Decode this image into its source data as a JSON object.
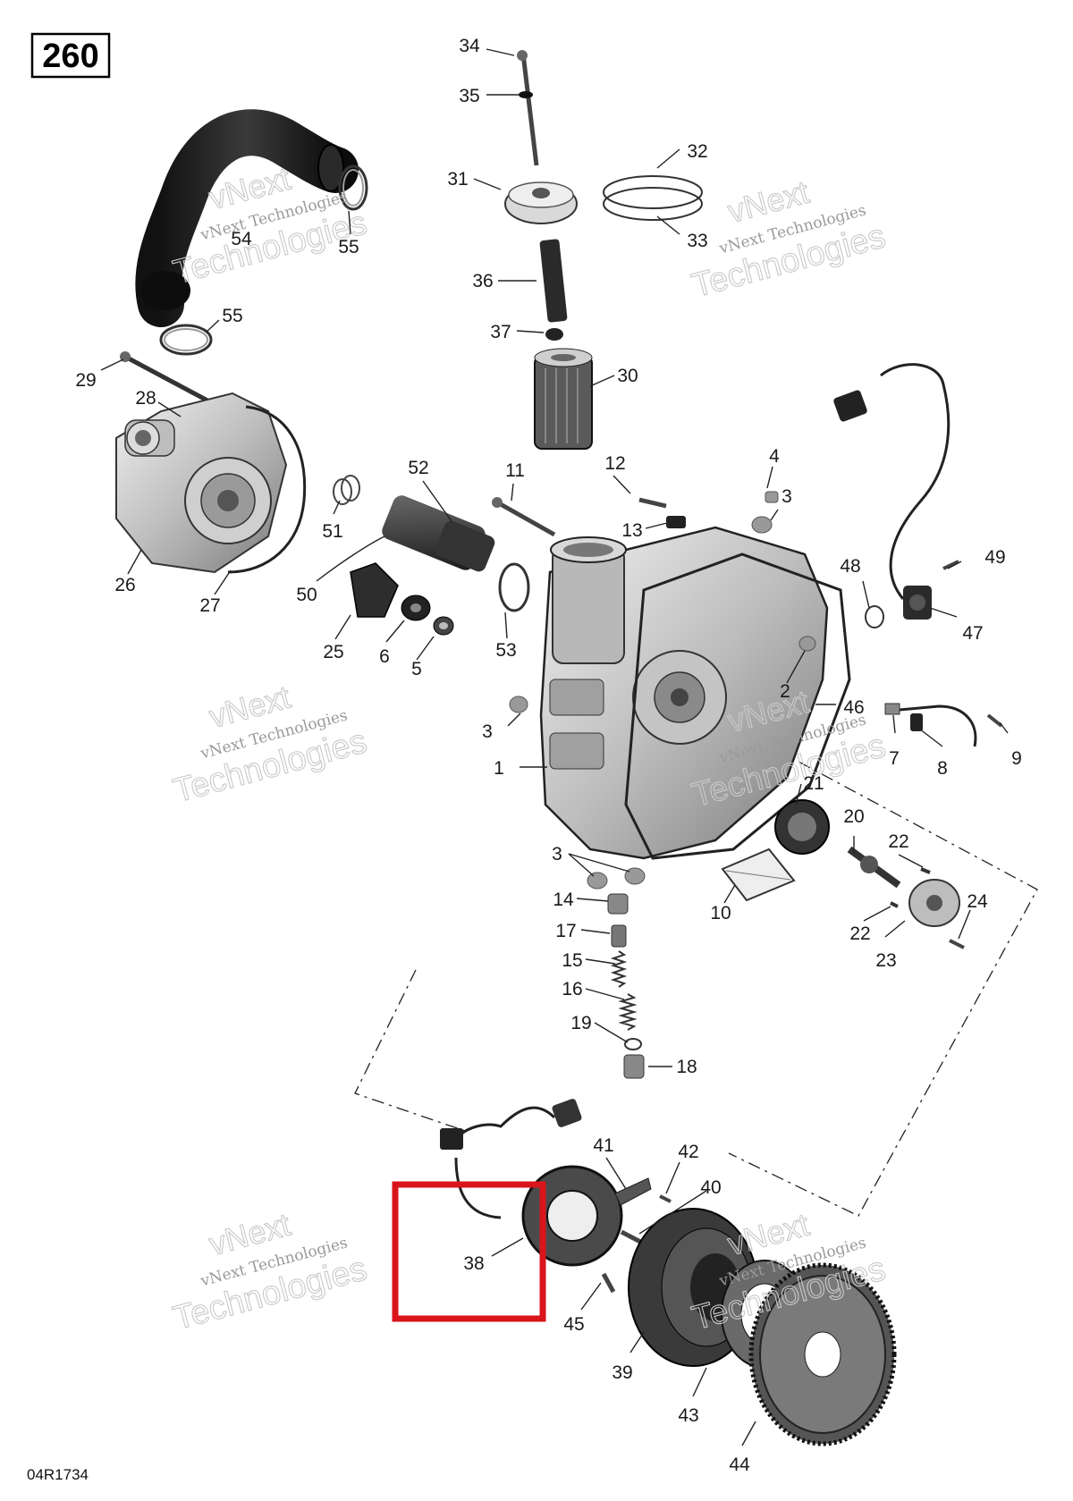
{
  "diagram": {
    "page_number": "260",
    "drawing_code": "04R1734",
    "highlight_color": "#d9141b",
    "watermark": {
      "line1": "vNext",
      "line2": "vNext Technologies",
      "line3": "Technologies"
    },
    "callouts": {
      "c1": "1",
      "c2": "2",
      "c3a": "3",
      "c3b": "3",
      "c3c": "3",
      "c4": "4",
      "c5": "5",
      "c6": "6",
      "c7": "7",
      "c8": "8",
      "c9": "9",
      "c10": "10",
      "c11": "11",
      "c12": "12",
      "c13": "13",
      "c14": "14",
      "c15": "15",
      "c16": "16",
      "c17": "17",
      "c18": "18",
      "c19": "19",
      "c20": "20",
      "c21": "21",
      "c22a": "22",
      "c22b": "22",
      "c23": "23",
      "c24": "24",
      "c25": "25",
      "c26": "26",
      "c27": "27",
      "c28": "28",
      "c29": "29",
      "c30": "30",
      "c31": "31",
      "c32": "32",
      "c33": "33",
      "c34": "34",
      "c35": "35",
      "c36": "36",
      "c37": "37",
      "c38": "38",
      "c39": "39",
      "c40": "40",
      "c41": "41",
      "c42": "42",
      "c43": "43",
      "c44": "44",
      "c45": "45",
      "c46": "46",
      "c47": "47",
      "c48": "48",
      "c49": "49",
      "c50": "50",
      "c51": "51",
      "c52": "52",
      "c53": "53",
      "c54": "54",
      "c55a": "55",
      "c55b": "55"
    }
  }
}
